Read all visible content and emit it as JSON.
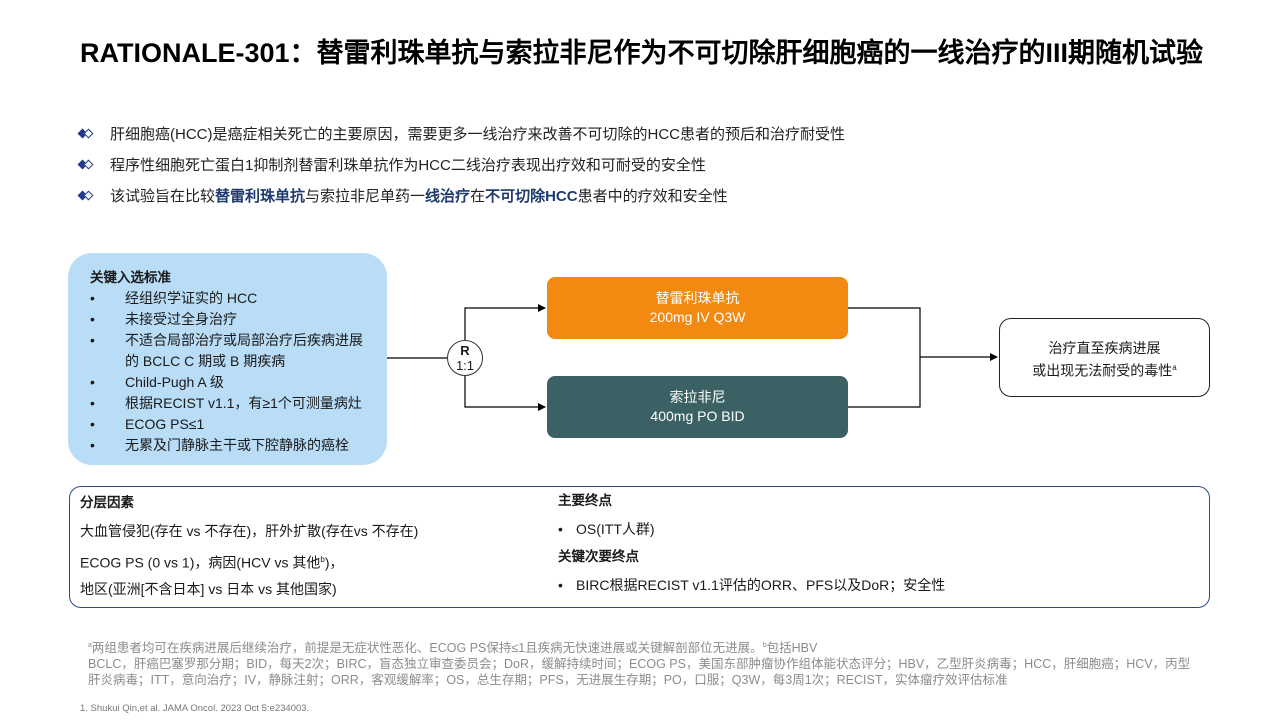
{
  "title": "RATIONALE-301：替雷利珠单抗与索拉非尼作为不可切除肝细胞癌的一线治疗的III期随机试验",
  "bullets": {
    "b1": "肝细胞癌(HCC)是癌症相关死亡的主要原因，需要更多一线治疗来改善不可切除的HCC患者的预后和治疗耐受性",
    "b2": "程序性细胞死亡蛋白1抑制剂替雷利珠单抗作为HCC二线治疗表现出疗效和可耐受的安全性",
    "b3": {
      "p1": "该试验旨在比较",
      "e1": "替雷利珠单抗",
      "p2": "与索拉非尼单药一",
      "e2": "线治疗",
      "p3": "在",
      "e3": "不可切除HCC",
      "p4": "患者中的疗效和安全性"
    }
  },
  "criteria": {
    "title": "关键入选标准",
    "bullet": "•",
    "items": [
      "经组织学证实的 HCC",
      "未接受过全身治疗",
      "不适合局部治疗或局部治疗后疾病进展的 BCLC C 期或 B 期疾病",
      "Child-Pugh A 级",
      "根据RECIST v1.1，有≥1个可测量病灶",
      "ECOG PS≤1",
      "无累及门静脉主干或下腔静脉的癌栓"
    ]
  },
  "randomization": {
    "letter": "R",
    "ratio": "1:1"
  },
  "arms": {
    "arm1": {
      "name": "替雷利珠单抗",
      "dose": "200mg IV  Q3W",
      "color": "#f28a12"
    },
    "arm2": {
      "name": "索拉非尼",
      "dose": "400mg PO BID",
      "color": "#3b6164"
    }
  },
  "outcome": {
    "line1": "治疗直至疾病进展",
    "line2": "或出现无法耐受的毒性",
    "sup": "a"
  },
  "stratification": {
    "title": "分层因素",
    "line1": "大血管侵犯(存在 vs 不存在)，肝外扩散(存在vs 不存在)",
    "line2_pre": "ECOG PS (0 vs 1)，病因(HCV vs 其他",
    "line2_sup": "b",
    "line2_post": ")，",
    "line3": "地区(亚洲[不含日本] vs 日本 vs 其他国家)"
  },
  "endpoints": {
    "primary_title": "主要终点",
    "primary_item": "OS(ITT人群)",
    "secondary_title": "关键次要终点",
    "secondary_item": "BIRC根据RECIST v1.1评估的ORR、PFS以及DoR；安全性",
    "bullet": "•"
  },
  "footnote": {
    "sup_a": "a",
    "text_a": "两组患者均可在疾病进展后继续治疗，前提是无症状性恶化、ECOG  PS保持≤1且疾病无快速进展或关键解剖部位无进展。",
    "sup_b": "b",
    "text_b": "包括HBV",
    "abbrev": "BCLC，肝癌巴塞罗那分期；BID，每天2次；BIRC，盲态独立审查委员会；DoR，缓解持续时间；ECOG  PS，美国东部肿瘤协作组体能状态评分；HBV，乙型肝炎病毒；HCC，肝细胞癌；HCV，丙型肝炎病毒；ITT，意向治疗；IV，静脉注射；ORR，客观缓解率；OS，总生存期；PFS，无进展生存期；PO，口服；Q3W，每3周1次；RECIST，实体瘤疗效评估标准"
  },
  "reference": "1.   Shukui Qin,et al. JAMA Oncol. 2023 Oct 5:e234003."
}
